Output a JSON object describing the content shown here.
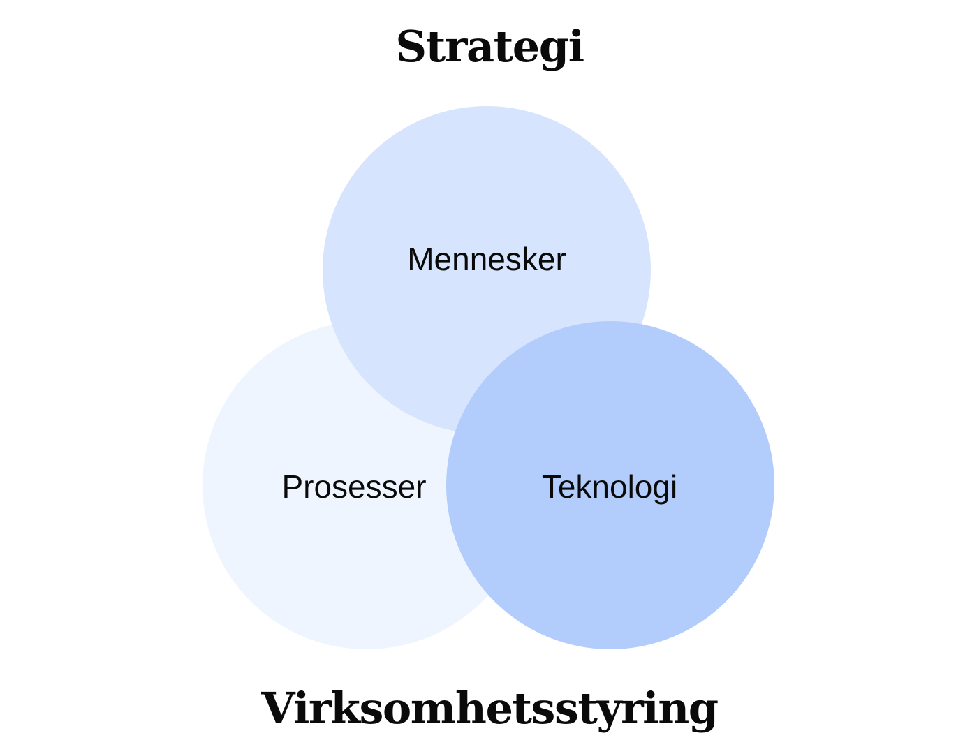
{
  "title_top": "Strategi",
  "title_bottom": "Virksomhetsstyring",
  "circles": {
    "mennesker": {
      "label": "Mennesker",
      "color": "#d6e4fd"
    },
    "prosesser": {
      "label": "Prosesser",
      "color": "#eff5fe"
    },
    "teknologi": {
      "label": "Teknologi",
      "color": "#b2cdfb"
    }
  }
}
